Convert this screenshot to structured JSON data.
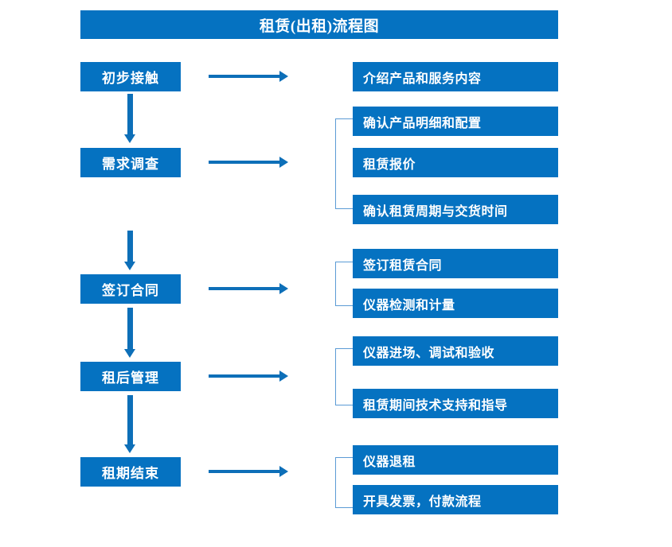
{
  "diagram": {
    "title": "租赁(出租)流程图",
    "accent_color": "#0572C1",
    "arrow_color": "#0D6FB8",
    "bracket_color": "#5B9BD5",
    "stages": [
      {
        "label": "初步接触"
      },
      {
        "label": "需求调查"
      },
      {
        "label": "签订合同"
      },
      {
        "label": "租后管理"
      },
      {
        "label": "租期结束"
      }
    ],
    "details": [
      {
        "label": "介绍产品和服务内容"
      },
      {
        "label": "确认产品明细和配置"
      },
      {
        "label": "租赁报价"
      },
      {
        "label": "确认租赁周期与交货时间"
      },
      {
        "label": "签订租赁合同"
      },
      {
        "label": "仪器检测和计量"
      },
      {
        "label": "仪器进场、调试和验收"
      },
      {
        "label": "租赁期间技术支持和指导"
      },
      {
        "label": "仪器退租"
      },
      {
        "label": "开具发票，付款流程"
      }
    ]
  }
}
